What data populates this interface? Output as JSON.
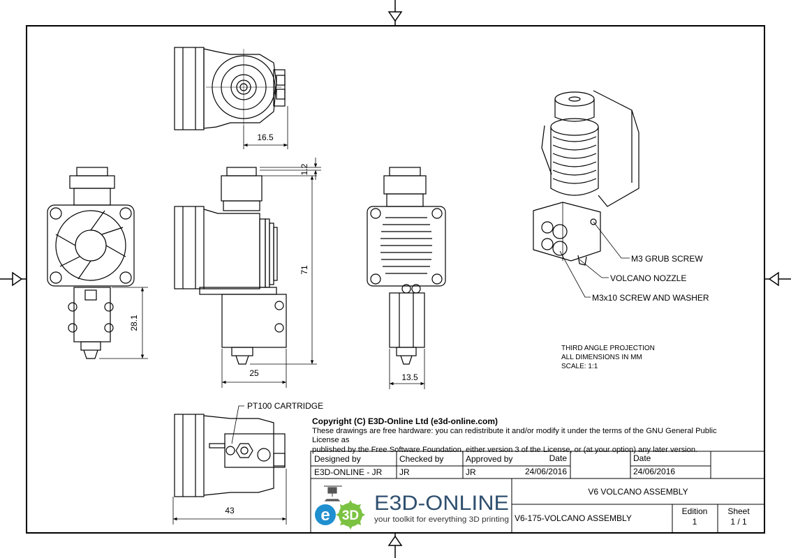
{
  "dimensions": {
    "top_width": "16.5",
    "top_lip": "1.2",
    "height_total": "71",
    "fan_offset": "28.1",
    "front_width": "25",
    "side_width": "13.5",
    "bottom_width": "43"
  },
  "callouts": {
    "grub": "M3 GRUB SCREW",
    "nozzle": "VOLCANO NOZZLE",
    "screw": "M3x10 SCREW AND WASHER",
    "pt100": "PT100 CARTRIDGE"
  },
  "notes": {
    "projection": "THIRD ANGLE PROJECTION",
    "units": "ALL DIMENSIONS IN MM",
    "scale": "SCALE: 1:1"
  },
  "copyright": {
    "title": "Copyright (C) E3D-Online Ltd (e3d-online.com)",
    "line1": "These drawings are free hardware: you can redistribute it and/or modify it under the terms of the GNU General Public License as",
    "line2": "published by the Free Software Foundation, either version 3 of the License, or (at your option) any later version."
  },
  "title_block": {
    "designed_by_label": "Designed by",
    "designed_by": "E3D-ONLINE - JR",
    "checked_by_label": "Checked by",
    "checked_by": "JR",
    "approved_by_label": "Approved by",
    "approved_by": "JR",
    "date_label_1": "Date",
    "date_1": "24/06/2016",
    "date_label_2": "Date",
    "date_2": "24/06/2016",
    "assembly_title": "V6 VOLCANO ASSEMBLY",
    "drawing_number": "V6-175-VOLCANO ASSEMBLY",
    "edition_label": "Edition",
    "edition": "1",
    "sheet_label": "Sheet",
    "sheet": "1 / 1",
    "logo_brand": "E3D-ONLINE",
    "logo_tagline": "your toolkit for everything 3D printing",
    "logo_badge_e": "e",
    "logo_badge_3d": "3D"
  },
  "colors": {
    "line": "#000000",
    "logo_blue": "#1f8fd0",
    "logo_green": "#7cc242",
    "logo_text": "#2f4f6f"
  }
}
